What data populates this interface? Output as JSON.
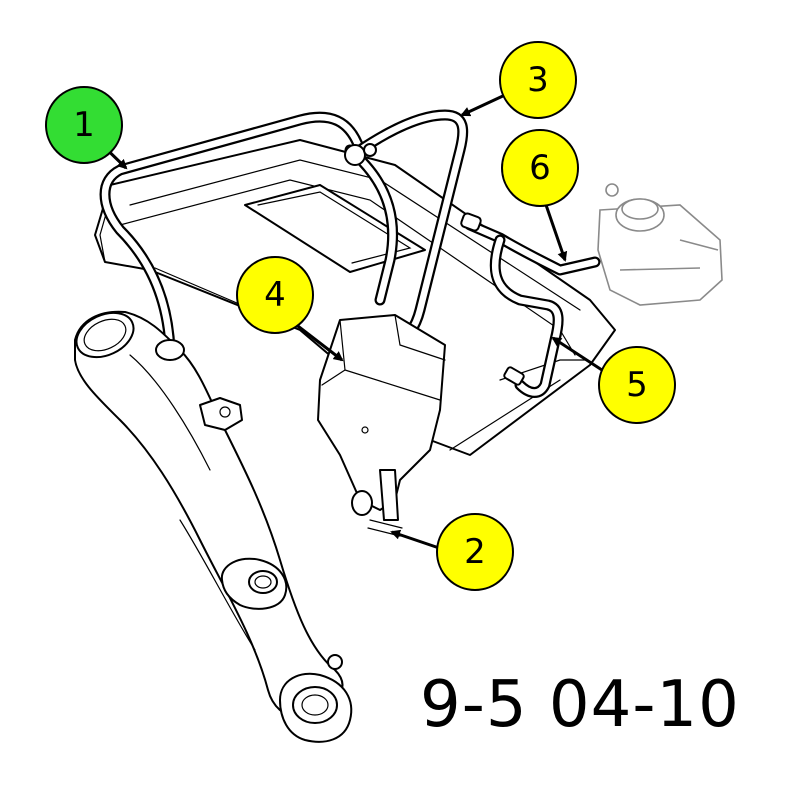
{
  "diagram": {
    "figure_code": "9-5 04-10",
    "colors": {
      "callout_green": "#33dd33",
      "callout_yellow": "#ffff00",
      "line": "#000000",
      "faded_line": "#8a8a8a"
    },
    "callouts": [
      {
        "label": "1",
        "color": "green"
      },
      {
        "label": "2",
        "color": "yellow"
      },
      {
        "label": "3",
        "color": "yellow"
      },
      {
        "label": "4",
        "color": "yellow"
      },
      {
        "label": "5",
        "color": "yellow"
      },
      {
        "label": "6",
        "color": "yellow"
      }
    ]
  }
}
